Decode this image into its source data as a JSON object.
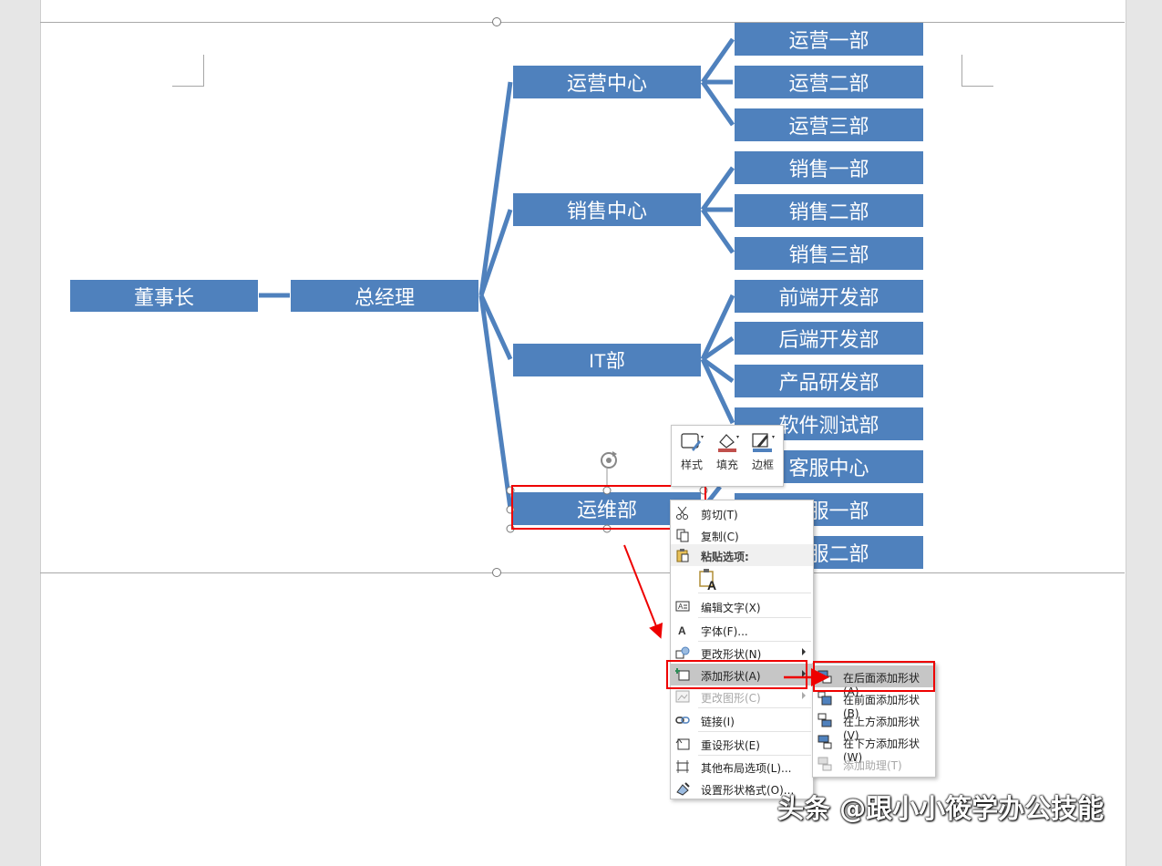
{
  "org_chart": {
    "root": "董事长",
    "manager": "总经理",
    "centers": [
      "运营中心",
      "销售中心",
      "IT部",
      "运维部"
    ],
    "departments": [
      "运营一部",
      "运营二部",
      "运营三部",
      "销售一部",
      "销售二部",
      "销售三部",
      "前端开发部",
      "后端开发部",
      "产品研发部",
      "软件测试部",
      "客服中心",
      "客服一部",
      "客服二部"
    ],
    "box_color": "#4f81bd"
  },
  "mini_toolbar": {
    "style_label": "样式",
    "fill_label": "填充",
    "border_label": "边框",
    "style_icon": "shape-style-icon",
    "fill_icon": "paint-bucket-icon",
    "border_icon": "pen-outline-icon"
  },
  "context_menu": {
    "cut": "剪切(T)",
    "copy": "复制(C)",
    "paste_options": "粘贴选项:",
    "edit_text": "编辑文字(X)",
    "font": "字体(F)...",
    "change_shape": "更改形状(N)",
    "add_shape": "添加形状(A)",
    "change_graphic": "更改图形(C)",
    "link": "链接(I)",
    "reset_shape": "重设形状(E)",
    "more_layout": "其他布局选项(L)...",
    "format_shape": "设置形状格式(O)..."
  },
  "submenu": {
    "add_after": "在后面添加形状(A)",
    "add_before": "在前面添加形状(B)",
    "add_above": "在上方添加形状(V)",
    "add_below": "在下方添加形状(W)",
    "add_assistant": "添加助理(T)"
  },
  "watermark": "头条 @跟小小筱学办公技能",
  "accent_red": "#e00000"
}
